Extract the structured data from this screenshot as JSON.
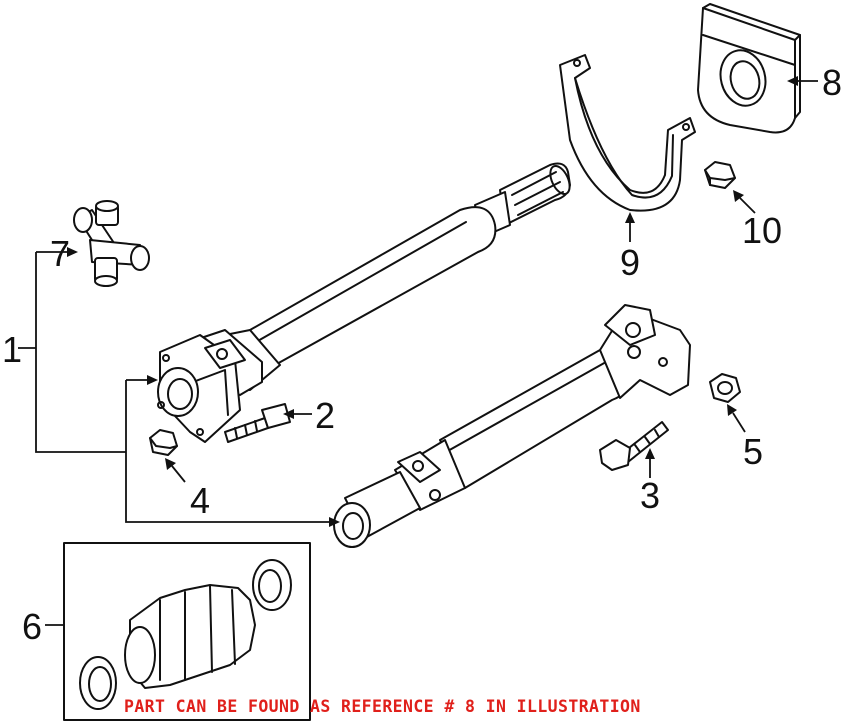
{
  "callouts": {
    "c1": "1",
    "c2": "2",
    "c3": "3",
    "c4": "4",
    "c5": "5",
    "c6": "6",
    "c7": "7",
    "c8": "8",
    "c9": "9",
    "c10": "10"
  },
  "notice": "PART CAN BE FOUND AS REFERENCE # 8 IN ILLUSTRATION",
  "colors": {
    "notice": "#e0201b",
    "lines": "#111111"
  }
}
